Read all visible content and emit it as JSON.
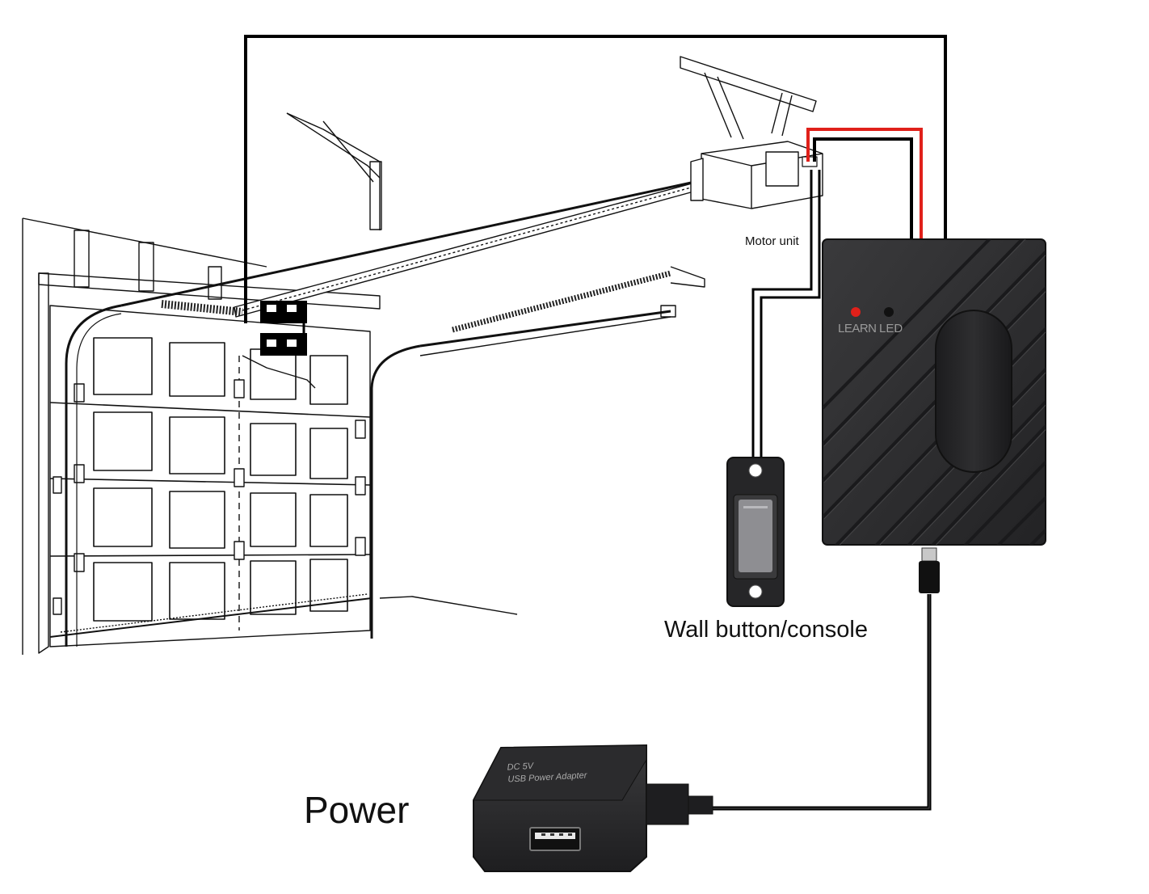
{
  "labels": {
    "motor_unit": "Motor unit",
    "wall_button": "Wall button/console",
    "power": "Power"
  },
  "controller": {
    "learn_label": "LEARN",
    "led_label": "LED",
    "learn_indicator_color": "#e0201a",
    "led_indicator_color": "#111111"
  },
  "adapter": {
    "line1": "DC 5V",
    "line2": "USB Power Adapter"
  },
  "colors": {
    "wire_black": "#000000",
    "wire_red": "#e0201a",
    "device_body": "#2f2f31"
  }
}
